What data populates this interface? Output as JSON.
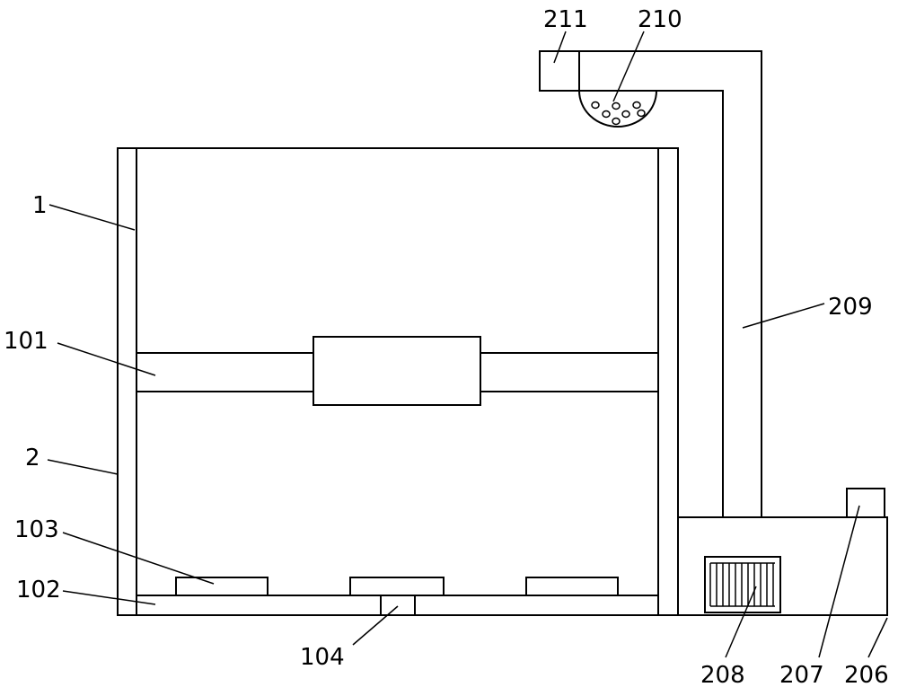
{
  "labels": {
    "frame": "1",
    "crossbeam": "101",
    "base_plate": "102",
    "pads": "103",
    "bottom_block": "104",
    "side_wall": "2",
    "base_right": "206",
    "switch_box": "207",
    "fan_grille": "208",
    "pipe": "209",
    "nozzle": "210",
    "pipe_cap": "211"
  }
}
